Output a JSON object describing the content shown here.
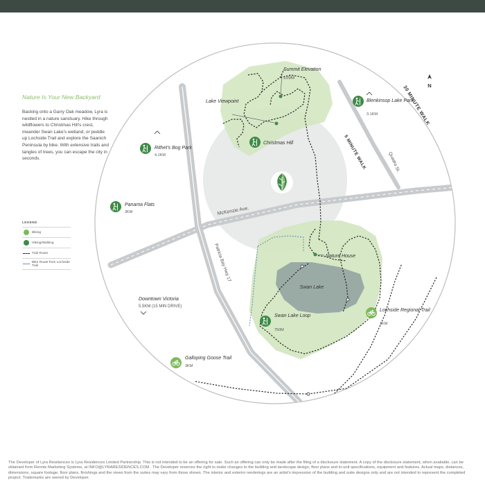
{
  "intro": {
    "title": "Nature Is Your New Backyard",
    "body": "Backing onto a Garry Oak meadow, Lyra is nestled in a nature sanctuary. Hike through wildflowers to Christmas Hill's crest, meander Swan Lake's wetland, or peddle up Lochside Trail and explore the Saanich Peninsula by bike. With extensive trails and tangles of trees, you  can escape the city in seconds."
  },
  "legend": {
    "title": "LEGEND",
    "items": [
      {
        "label": "Biking"
      },
      {
        "label": "Hiking/Walking"
      },
      {
        "label": "Trail Route"
      },
      {
        "label": "Bike Route from Lochside Trail"
      }
    ]
  },
  "map": {
    "compass": "N",
    "rings": {
      "outer": "30 MINUTE WALK",
      "inner": "5 MINUTE WALK"
    },
    "roads": {
      "mckenzie": "McKenzie Ave.",
      "patricia": "Patricia Bay Hwy 17",
      "quadra": "Quadra St."
    },
    "places": {
      "summit": {
        "name": "Summit Elevation",
        "detail": "109M"
      },
      "lake_viewpoint": {
        "name": "Lake Viewpoint"
      },
      "christmas_hill": {
        "name": "Christmas Hill"
      },
      "blenkinsop": {
        "name": "Blenkinsop Lake Park",
        "detail": "3.1KM"
      },
      "rithets": {
        "name": "Rithet's Bog Park",
        "detail": "4.1KM"
      },
      "panama": {
        "name": "Panama Flats",
        "detail": "3KM"
      },
      "nature_house": {
        "name": "Nature House"
      },
      "swan_lake": {
        "name": "Swan Lake"
      },
      "swan_loop": {
        "name": "Swan Lake Loop",
        "detail": "750M"
      },
      "lochside": {
        "name": "Lochside Regional Trail",
        "detail": "1KM"
      },
      "downtown": {
        "name": "Downtown Victoria",
        "detail": "5.5KM (15 MIN DRIVE)"
      },
      "galloping": {
        "name": "Galloping Goose Trail",
        "detail": "3KM"
      }
    }
  },
  "colors": {
    "park": "#d3e6c0",
    "lake": "#9aaba6",
    "inner_circle": "#e8ebea",
    "accent": "#8cbf6e",
    "icon_hike": "#3f8a49",
    "icon_bike": "#7db95a",
    "road": "#c8cbcd",
    "bike_route": "#5b7fa6"
  },
  "disclaimer": "The Developer of Lyra Residences is Lyra Residences Limited Partnership. This is not intended to be an offering for sale. Such an offering can only be made after the filing of a disclosure statement.  A copy of the disclosure statement, when available, can be obtained from Rennie Marketing Systems, at INFO@LYRARESIDENCES.COM .  The Developer reserves the right to make changes to the building and landscape design, floor plans and in-unit specifications, equipment and features. Actual maps, distances, dimensions, square footage, floor plans, finishings and the views from the suites may vary from those shown. The interior and exterior renderings are an artist's impression of the building and suite designs only and are not intended to represent the completed project. Trademarks are owned by Developer."
}
